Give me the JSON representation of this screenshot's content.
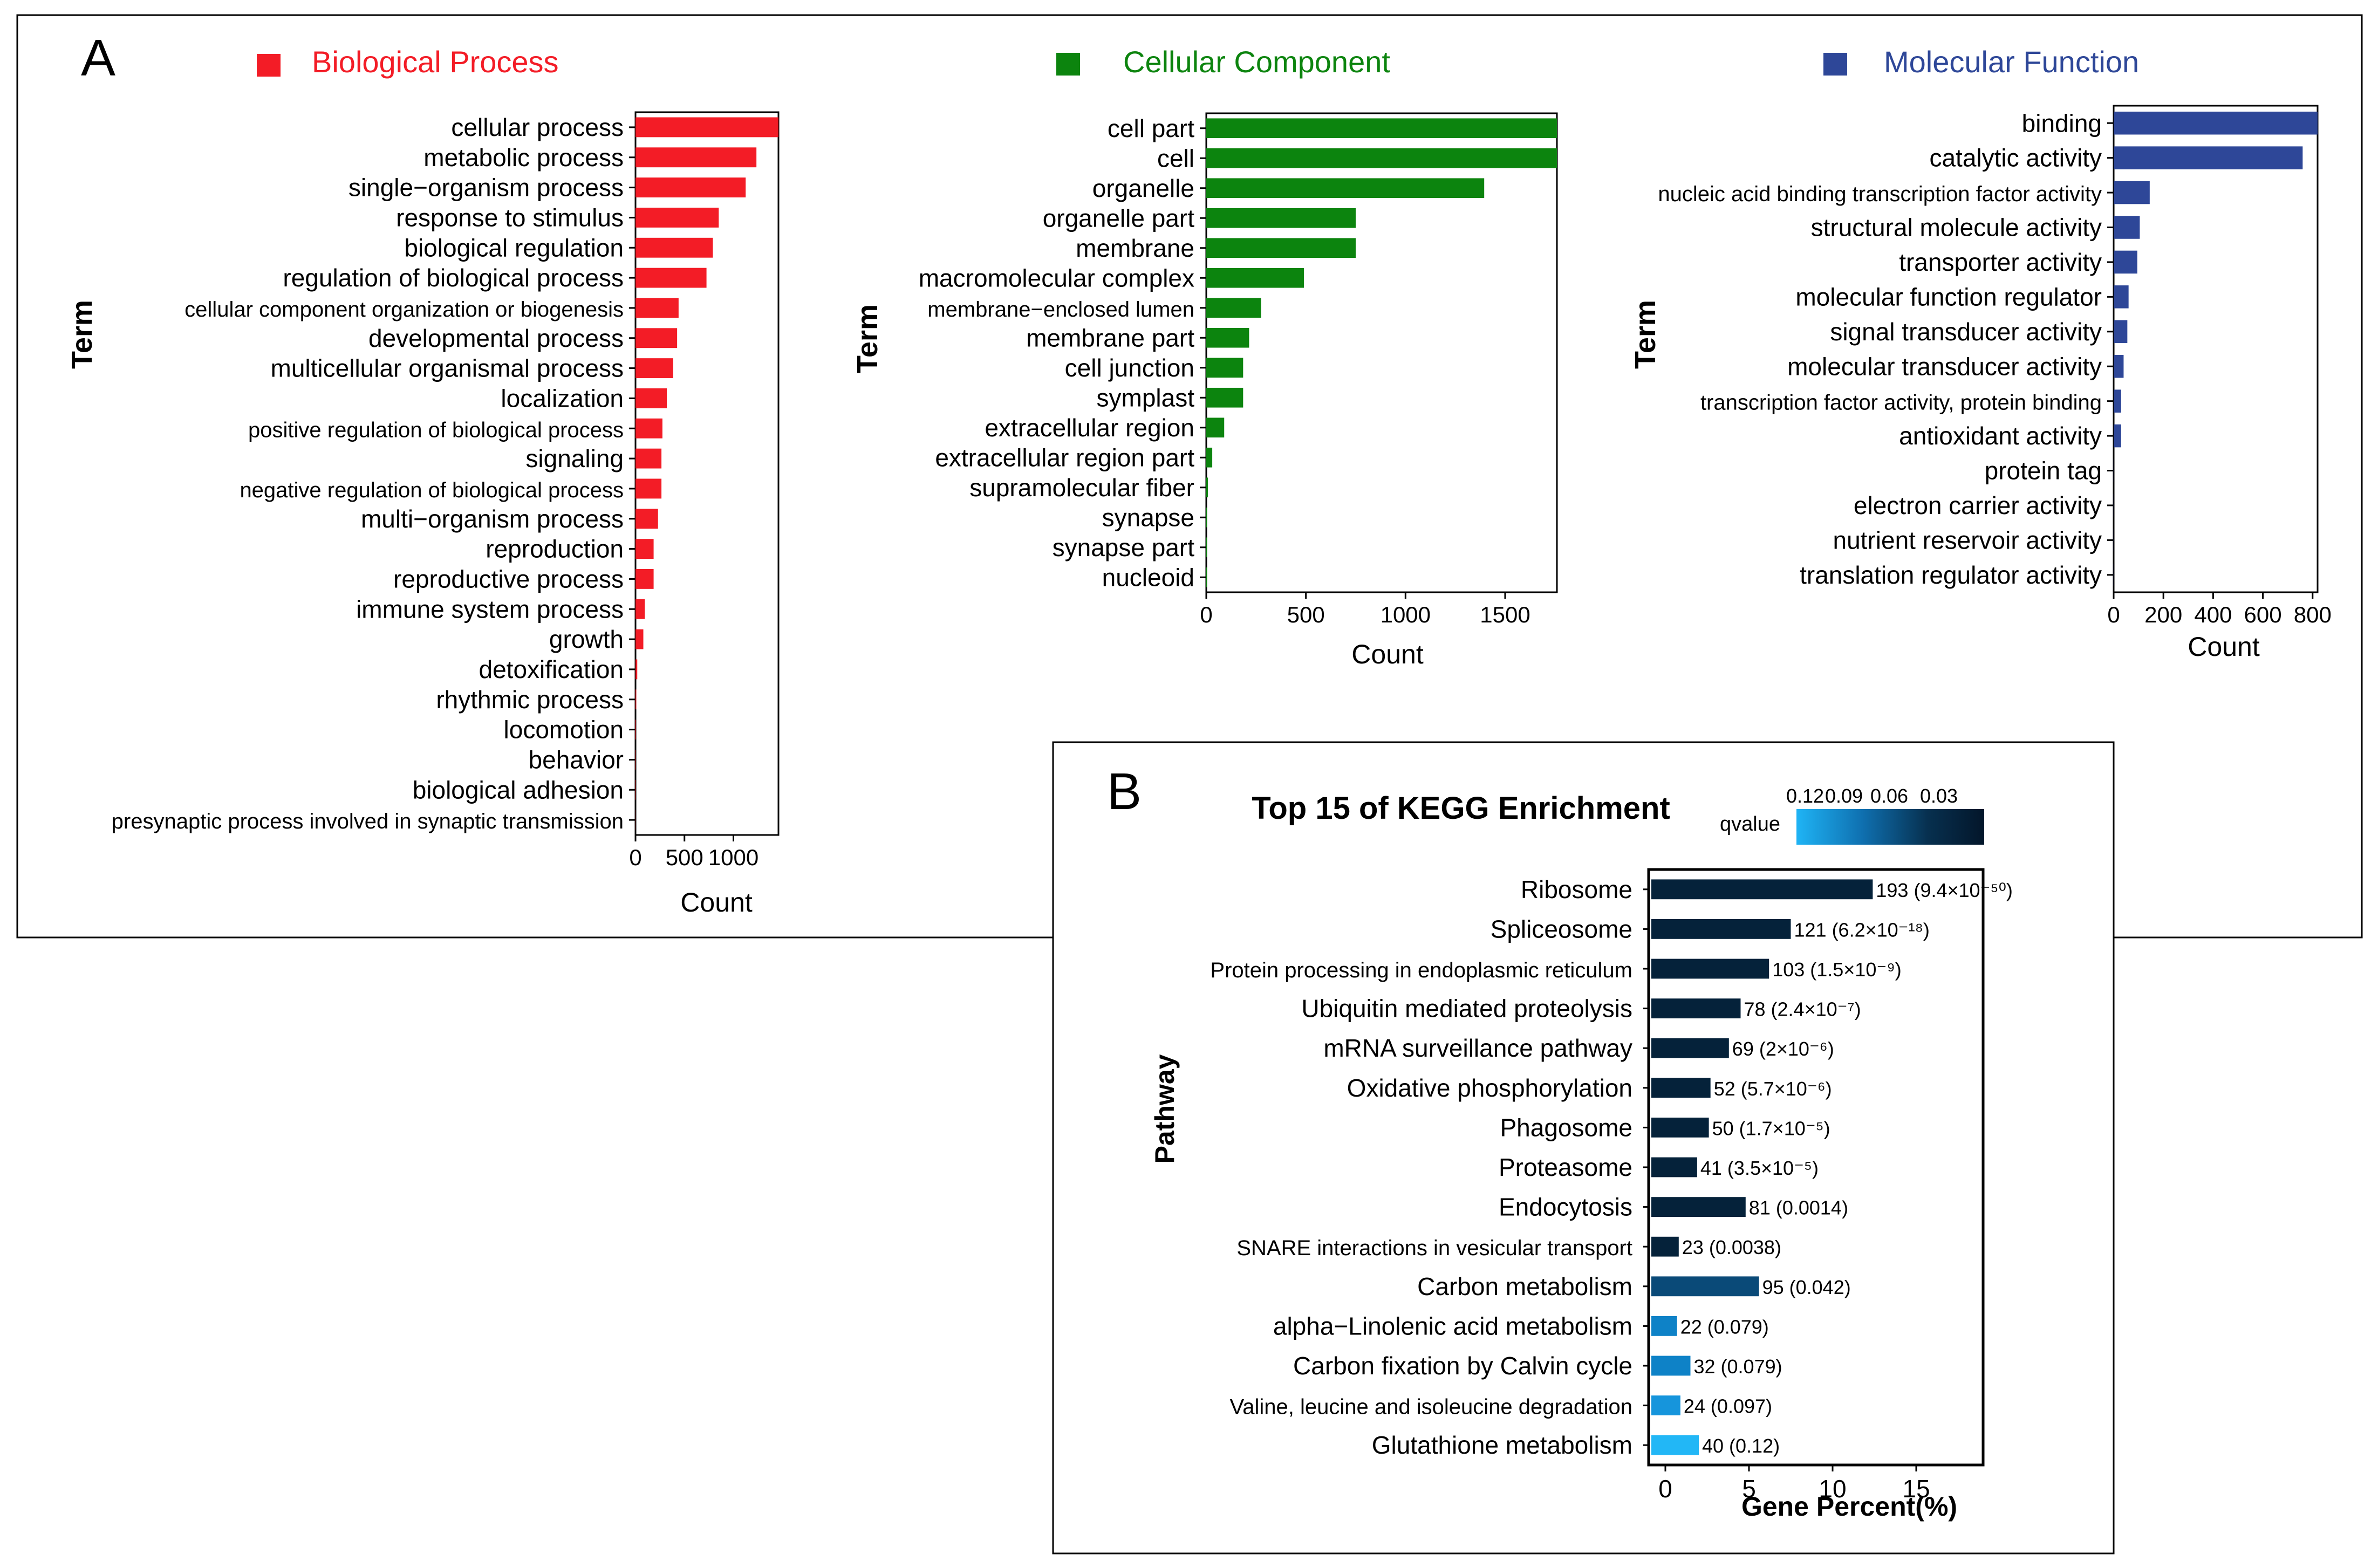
{
  "panel_a": {
    "letter": "A",
    "ylabel": "Term",
    "xlabel": "Count",
    "xlabel2": "Count",
    "xlabel3": "Count"
  },
  "panel_b": {
    "letter": "B",
    "title": "Top 15 of KEGG Enrichment",
    "ylabel": "Pathway",
    "xlabel": "Gene Percent(%)",
    "legend_title": "qvalue",
    "legend_ticks": [
      "0.12",
      "0.09",
      "0.06",
      "0.03"
    ],
    "legend_colors": [
      "#1fb4f5",
      "#0f70b0",
      "#07304f",
      "#03162a"
    ]
  },
  "chart_data": [
    {
      "type": "bar",
      "orientation": "horizontal",
      "legend": "Biological Process",
      "color": "#f31c26",
      "xlabel": "Count",
      "ylabel": "Term",
      "xlim": [
        0,
        1460
      ],
      "xticks": [
        0,
        500,
        1000
      ],
      "categories": [
        "cellular process",
        "metabolic process",
        "single−organism process",
        "response to stimulus",
        "biological regulation",
        "regulation of biological process",
        "cellular component organization or biogenesis",
        "developmental process",
        "multicellular organismal process",
        "localization",
        "positive regulation of biological process",
        "signaling",
        "negative regulation of biological process",
        "multi−organism process",
        "reproduction",
        "reproductive process",
        "immune system process",
        "growth",
        "detoxification",
        "rhythmic process",
        "locomotion",
        "behavior",
        "biological adhesion",
        "presynaptic process involved in synaptic transmission"
      ],
      "values": [
        1460,
        1235,
        1125,
        850,
        790,
        725,
        440,
        425,
        385,
        320,
        275,
        265,
        265,
        230,
        185,
        185,
        95,
        80,
        18,
        8,
        6,
        4,
        4,
        2
      ]
    },
    {
      "type": "bar",
      "orientation": "horizontal",
      "legend": "Cellular Component",
      "color": "#0c840e",
      "xlabel": "Count",
      "ylabel": "Term",
      "xlim": [
        0,
        1760
      ],
      "xticks": [
        0,
        500,
        1000,
        1500
      ],
      "categories": [
        "cell part",
        "cell",
        "organelle",
        "organelle part",
        "membrane",
        "macromolecular complex",
        "membrane−enclosed lumen",
        "membrane part",
        "cell junction",
        "symplast",
        "extracellular region",
        "extracellular region part",
        "supramolecular fiber",
        "synapse",
        "synapse part",
        "nucleoid"
      ],
      "values": [
        1760,
        1760,
        1395,
        750,
        750,
        490,
        275,
        215,
        185,
        185,
        90,
        30,
        8,
        4,
        4,
        4
      ]
    },
    {
      "type": "bar",
      "orientation": "horizontal",
      "legend": "Molecular Function",
      "color": "#2e4798",
      "xlabel": "Count",
      "ylabel": "Term",
      "xlim": [
        0,
        820
      ],
      "xticks": [
        0,
        200,
        400,
        600,
        800
      ],
      "categories": [
        "binding",
        "catalytic activity",
        "nucleic acid binding transcription factor activity",
        "structural molecule activity",
        "transporter activity",
        "molecular function regulator",
        "signal transducer activity",
        "molecular transducer activity",
        "transcription factor activity, protein binding",
        "antioxidant activity",
        "protein tag",
        "electron carrier activity",
        "nutrient reservoir activity",
        "translation regulator activity"
      ],
      "values": [
        820,
        760,
        145,
        105,
        95,
        60,
        55,
        40,
        30,
        30,
        2,
        2,
        2,
        2
      ]
    },
    {
      "type": "bar",
      "orientation": "horizontal",
      "title": "Top 15 of KEGG Enrichment",
      "xlabel": "Gene Percent(%)",
      "ylabel": "Pathway",
      "xlim": [
        -1,
        19
      ],
      "xticks": [
        0,
        5,
        10,
        15
      ],
      "categories": [
        "Ribosome",
        "Spliceosome",
        "Protein processing in endoplasmic reticulum",
        "Ubiquitin mediated proteolysis",
        "mRNA surveillance pathway",
        "Oxidative phosphorylation",
        "Phagosome",
        "Proteasome",
        "Endocytosis",
        "SNARE interactions in vesicular transport",
        "Carbon metabolism",
        "alpha−Linolenic acid metabolism",
        "Carbon fixation by Calvin cycle",
        "Valine, leucine and isoleucine degradation",
        "Glutathione metabolism"
      ],
      "values": [
        12.4,
        7.5,
        6.2,
        4.5,
        3.8,
        2.7,
        2.6,
        1.9,
        4.8,
        0.8,
        5.6,
        0.7,
        1.5,
        0.9,
        2.0
      ],
      "labels": [
        "193 (9.4×10⁻⁵⁰)",
        "121 (6.2×10⁻¹⁸)",
        "103 (1.5×10⁻⁹)",
        "78 (2.4×10⁻⁷)",
        "69 (2×10⁻⁶)",
        "52 (5.7×10⁻⁶)",
        "50 (1.7×10⁻⁵)",
        "41 (3.5×10⁻⁵)",
        "81 (0.0014)",
        "23 (0.0038)",
        "95 (0.042)",
        "22 (0.079)",
        "32 (0.079)",
        "24 (0.097)",
        "40 (0.12)"
      ],
      "qvalues": [
        9.4e-50,
        6.2e-18,
        1.5e-09,
        2.4e-07,
        2e-06,
        5.7e-06,
        1.7e-05,
        3.5e-05,
        0.0014,
        0.0038,
        0.042,
        0.079,
        0.079,
        0.097,
        0.12
      ]
    }
  ]
}
